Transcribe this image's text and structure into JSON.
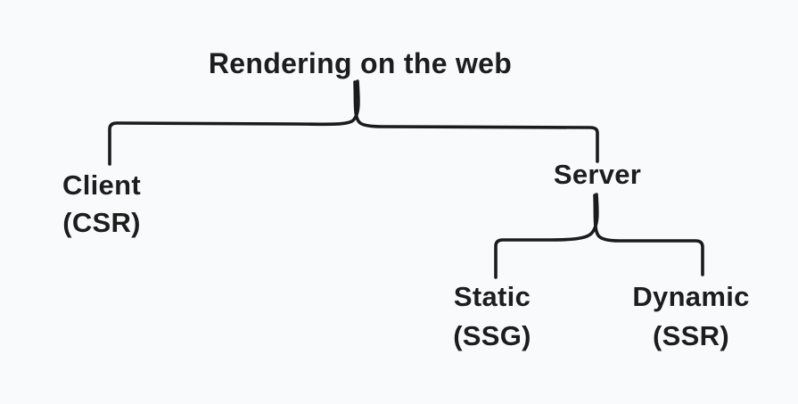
{
  "canvas": {
    "background_color": "#f9fafb",
    "line_color": "#1b1b1b",
    "text_color": "#1d1d1d"
  },
  "diagram": {
    "type": "tree",
    "style": "hand-drawn",
    "nodes": {
      "root": {
        "label": "Rendering on the web"
      },
      "client": {
        "label": "Client",
        "code": "(CSR)"
      },
      "server": {
        "label": "Server"
      },
      "static": {
        "label": "Static",
        "code": "(SSG)"
      },
      "dynamic": {
        "label": "Dynamic",
        "code": "(SSR)"
      }
    },
    "edges": [
      {
        "from": "Rendering on the web",
        "to": "Client (CSR)"
      },
      {
        "from": "Rendering on the web",
        "to": "Server"
      },
      {
        "from": "Server",
        "to": "Static (SSG)"
      },
      {
        "from": "Server",
        "to": "Dynamic (SSR)"
      }
    ]
  }
}
